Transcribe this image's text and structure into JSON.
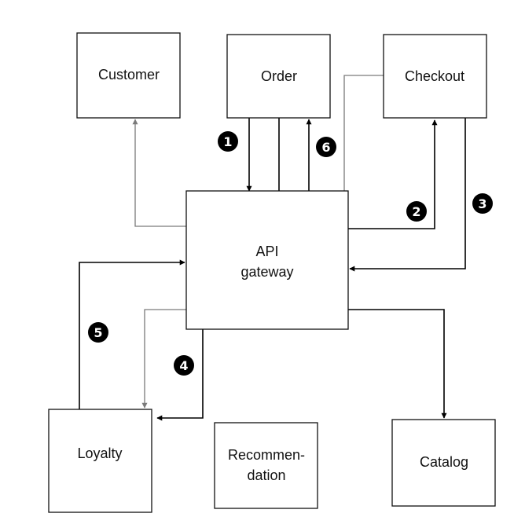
{
  "nodes": {
    "customer": {
      "label_lines": [
        "Customer"
      ]
    },
    "order": {
      "label_lines": [
        "Order"
      ]
    },
    "checkout": {
      "label_lines": [
        "Checkout"
      ]
    },
    "api_gateway": {
      "label_lines": [
        "API",
        "gateway"
      ]
    },
    "loyalty": {
      "label_lines": [
        "Loyalty"
      ]
    },
    "recommendation": {
      "label_lines": [
        "Recommen-",
        "dation"
      ]
    },
    "catalog": {
      "label_lines": [
        "Catalog"
      ]
    }
  },
  "steps": [
    "1",
    "2",
    "3",
    "4",
    "5",
    "6"
  ],
  "connection_colors": {
    "black": "#000000",
    "gray": "#7a7a7a"
  }
}
